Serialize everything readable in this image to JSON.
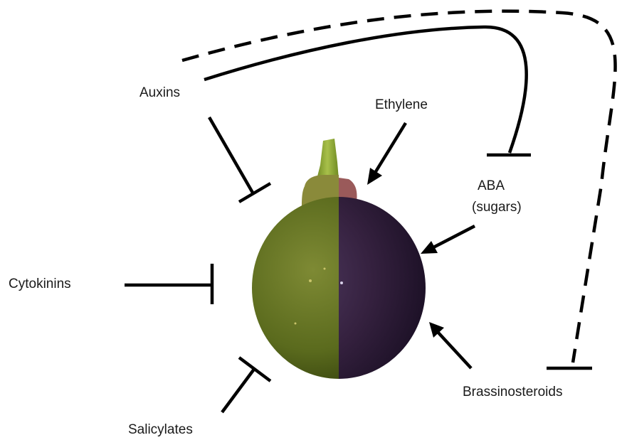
{
  "labels": {
    "auxins": "Auxins",
    "ethylene": "Ethylene",
    "aba_line1": "ABA",
    "aba_line2": "(sugars)",
    "cytokinins": "Cytokinins",
    "salicylates": "Salicylates",
    "brassinosteroids": "Brassinosteroids"
  },
  "edges": [
    {
      "from": "Auxins",
      "to": "grape",
      "type": "inhibits",
      "style": "solid"
    },
    {
      "from": "Ethylene",
      "to": "grape",
      "type": "promotes",
      "style": "solid"
    },
    {
      "from": "ABA (sugars)",
      "to": "grape",
      "type": "promotes",
      "style": "solid"
    },
    {
      "from": "Cytokinins",
      "to": "grape",
      "type": "inhibits",
      "style": "solid"
    },
    {
      "from": "Salicylates",
      "to": "grape",
      "type": "inhibits",
      "style": "solid"
    },
    {
      "from": "Brassinosteroids",
      "to": "grape",
      "type": "promotes",
      "style": "solid"
    },
    {
      "from": "Auxins",
      "to": "ABA (sugars)",
      "type": "inhibits",
      "style": "solid"
    },
    {
      "from": "Auxins",
      "to": "Brassinosteroids",
      "type": "inhibits",
      "style": "dashed"
    }
  ],
  "colors": {
    "line": "#000000",
    "grape_green": "#5b6a1e",
    "grape_purple": "#3a2648",
    "stem": "#8fa83a"
  }
}
